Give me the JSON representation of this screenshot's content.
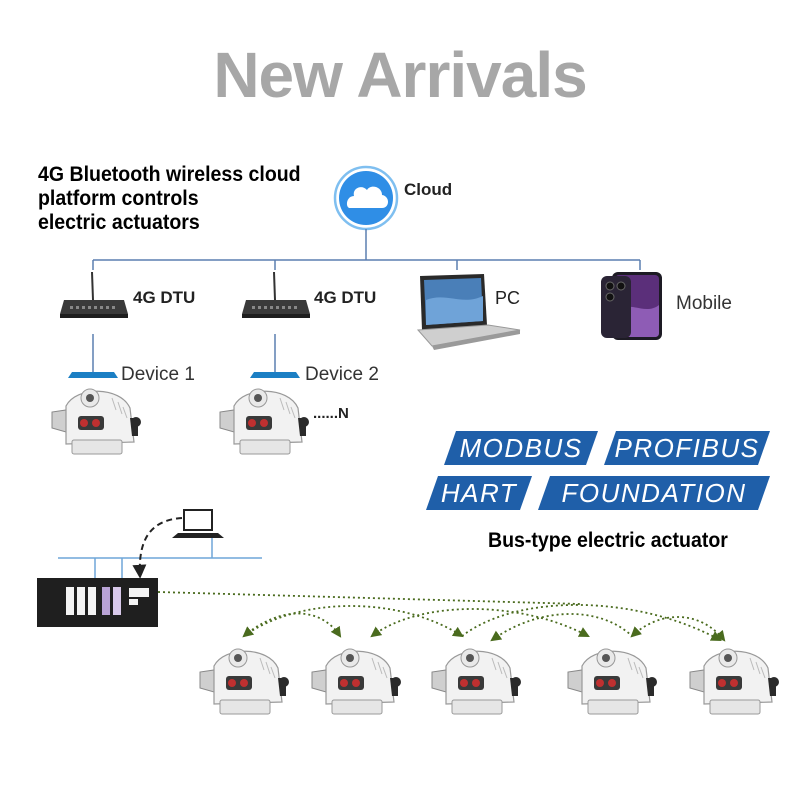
{
  "title": "New Arrivals",
  "tagline": [
    "4G Bluetooth wireless cloud",
    "platform controls",
    "electric actuators"
  ],
  "cloud": {
    "label": "Cloud",
    "icon": "cloud-icon"
  },
  "endpoints": {
    "dtu1": {
      "label": "4G DTU",
      "icon": "router-icon"
    },
    "dtu2": {
      "label": "4G DTU",
      "icon": "router-icon"
    },
    "pc": {
      "label": "PC",
      "icon": "laptop-icon"
    },
    "mobile": {
      "label": "Mobile",
      "icon": "smartphone-icon"
    }
  },
  "devices": {
    "device1": "Device 1",
    "device2": "Device 2",
    "more": "......N"
  },
  "protocols": [
    "MODBUS",
    "PROFIBUS",
    "HART",
    "FOUNDATION"
  ],
  "bus_caption": "Bus-type electric actuator",
  "colors": {
    "title": "#a7a7a7",
    "cloud": "#2f8ee6",
    "badge": "#1f5fa9",
    "bus_dots": "#4a6b1e",
    "line": "#5b7fb0"
  }
}
